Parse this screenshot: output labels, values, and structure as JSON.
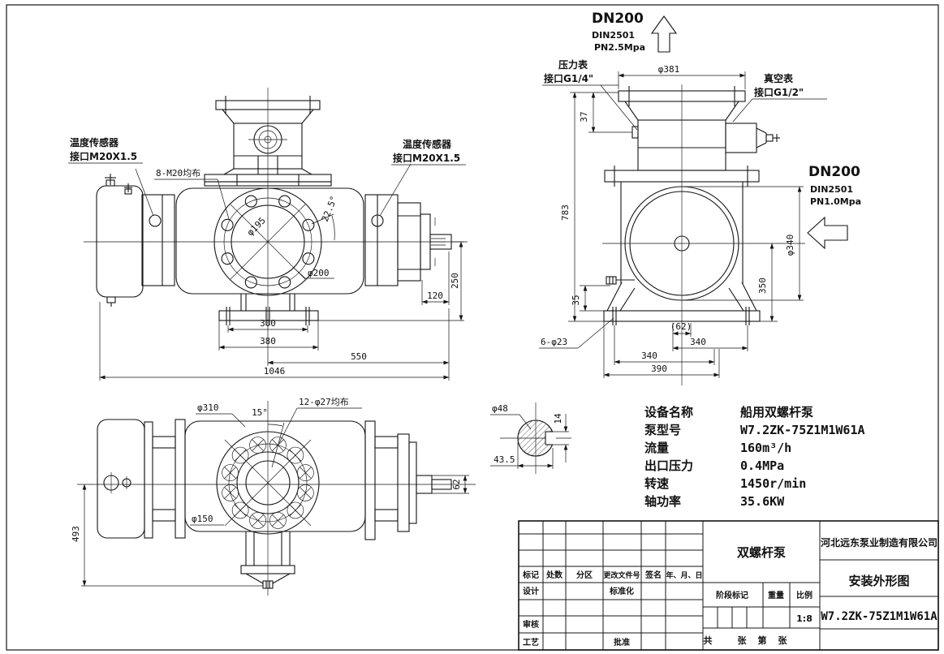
{
  "front": {
    "sensor_l1": "温度传感器",
    "sensor_l2": "接口M20X1.5",
    "sensor_r1": "温度传感器",
    "sensor_r2": "接口M20X1.5",
    "bolts": "8-M20均布",
    "phi195": "φ195",
    "angle225": "22.5°",
    "phi200": "φ200",
    "d120": "120",
    "d250": "250",
    "d300": "300",
    "d380": "380",
    "d550": "550",
    "d1046": "1046"
  },
  "side": {
    "out_dn": "DN200",
    "out_din": "DIN2501",
    "out_pn": "PN2.5Mpa",
    "pg1": "压力表",
    "pg2": "接口G1/4\"",
    "vg1": "真空表",
    "vg2": "接口G1/2\"",
    "in_dn": "DN200",
    "in_din": "DIN2501",
    "in_pn": "PN1.0Mpa",
    "phi381": "φ381",
    "d37": "37",
    "d783": "783",
    "d35": "35",
    "bolts": "6-φ23",
    "d62p": "(62)",
    "d340a": "340",
    "d340b": "340",
    "d390": "390",
    "phi340": "φ340",
    "d350": "350"
  },
  "top": {
    "phi310": "φ310",
    "a15": "15°",
    "bolts": "12-φ27均布",
    "phi150": "φ150",
    "d493": "493",
    "d62": "62"
  },
  "shaft": {
    "phi48": "φ48",
    "d14": "14",
    "d435": "43.5"
  },
  "spec": {
    "rows": [
      {
        "label": "设备名称",
        "value": "船用双螺杆泵"
      },
      {
        "label": "泵型号",
        "value": "W7.2ZK-75Z1M1W61A"
      },
      {
        "label": "流量",
        "value": "160m³/h"
      },
      {
        "label": "出口压力",
        "value": "0.4MPa"
      },
      {
        "label": "转速",
        "value": "1450r/min"
      },
      {
        "label": "轴功率",
        "value": "35.6KW"
      }
    ]
  },
  "tb": {
    "mark": "标记",
    "count": "处数",
    "zone": "分区",
    "doc_no": "更改文件号",
    "sign": "签名",
    "date": "年、月、日",
    "design": "设计",
    "standardize": "标准化",
    "check": "审核",
    "process": "工艺",
    "approve": "批准",
    "product": "双螺杆泵",
    "stage": "阶段标记",
    "weight": "重量",
    "scale": "比例",
    "scale_v": "1:8",
    "total": "共",
    "zhang1": "张",
    "no": "第",
    "zhang2": "张",
    "company": "河北远东泵业制造有限公司",
    "title": "安装外形图",
    "model": "W7.2ZK-75Z1M1W61A"
  },
  "colors": {
    "line": "#141414",
    "bg": "#ffffff"
  }
}
